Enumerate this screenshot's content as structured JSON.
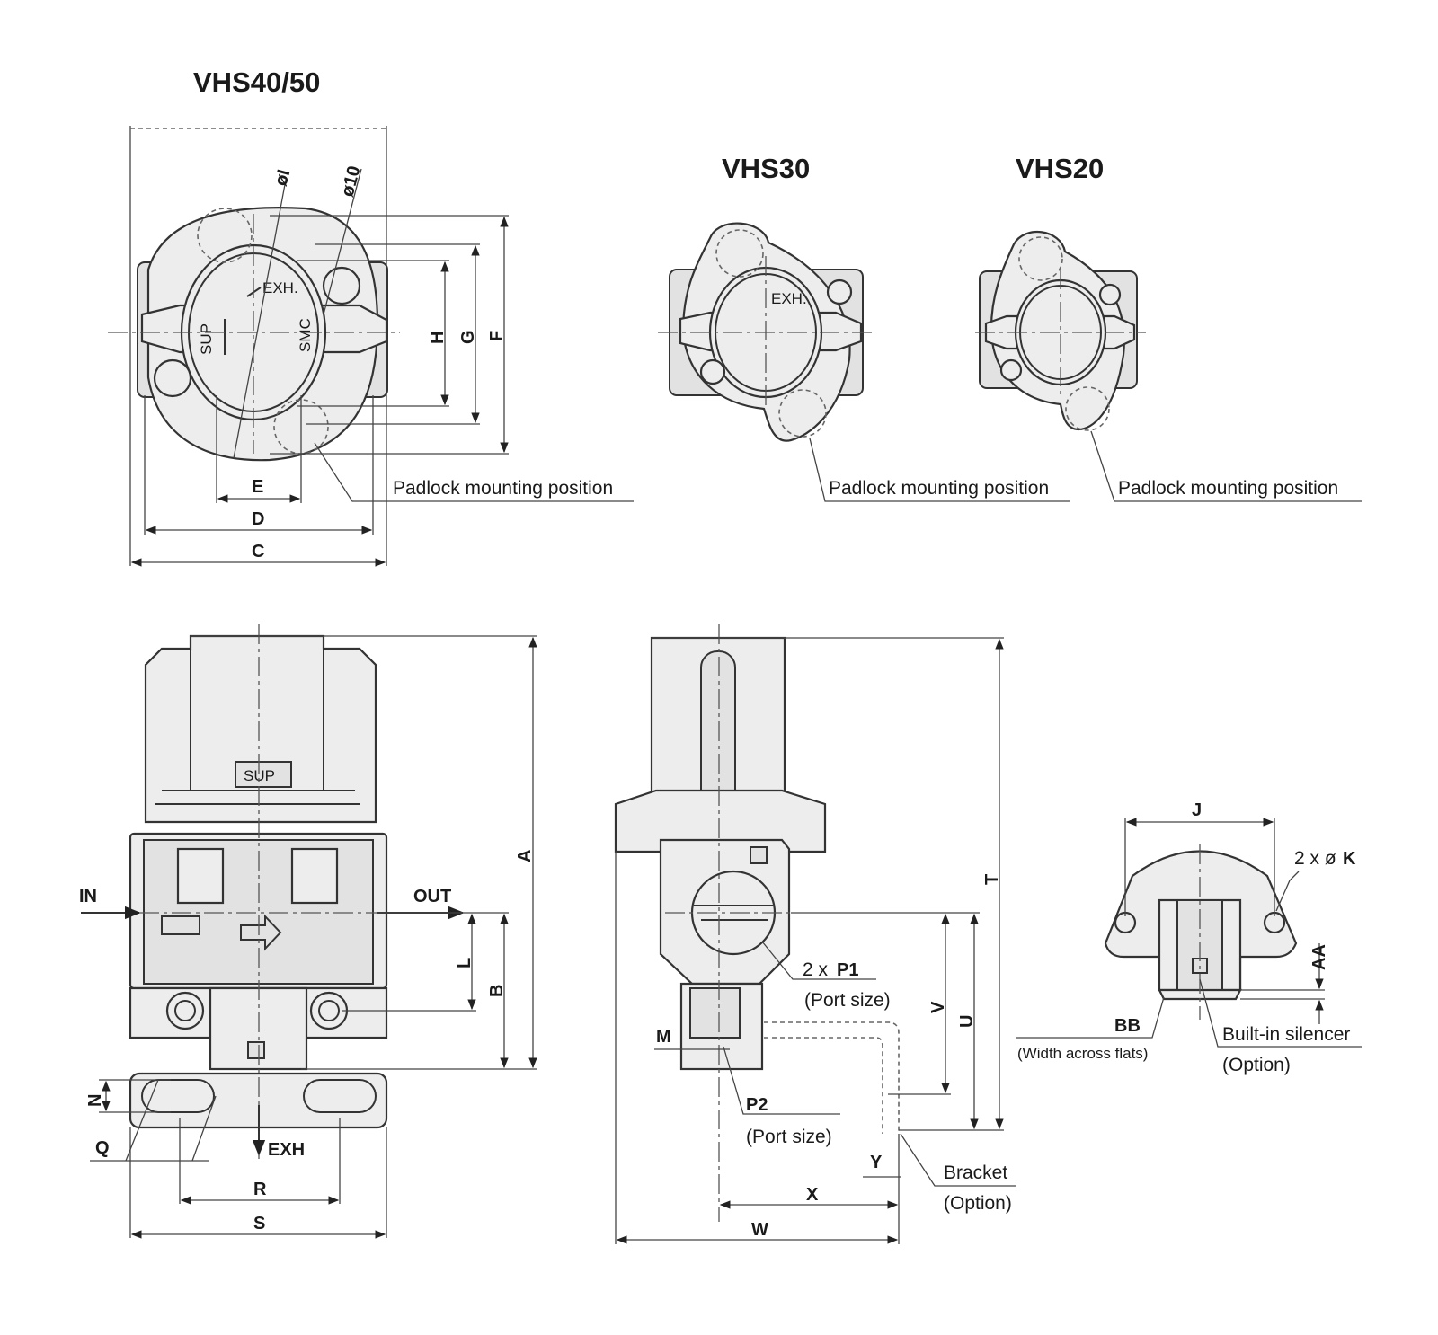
{
  "views": {
    "vhs4050_title": "VHS40/50",
    "vhs30_title": "VHS30",
    "vhs20_title": "VHS20"
  },
  "dimensions": {
    "A": "A",
    "B": "B",
    "C": "C",
    "D": "D",
    "E": "E",
    "F": "F",
    "G": "G",
    "H": "H",
    "J": "J",
    "L": "L",
    "M": "M",
    "N": "N",
    "Q": "Q",
    "R": "R",
    "S": "S",
    "T": "T",
    "U": "U",
    "V": "V",
    "W": "W",
    "X": "X",
    "Y": "Y",
    "AA": "AA",
    "BB": "BB",
    "dia_I": "øI",
    "dia_10": "ø10"
  },
  "labels": {
    "padlock_1": "Padlock mounting position",
    "padlock_2": "Padlock mounting position",
    "padlock_3": "Padlock mounting position",
    "in_port": "IN",
    "out_port": "OUT",
    "exh_port": "EXH",
    "sup_marking": "SUP",
    "p1_prefix": "2 x ",
    "p1_name": "P1",
    "p1_note": "(Port size)",
    "p2_name": "P2",
    "p2_note": "(Port size)",
    "bracket": "Bracket",
    "bracket_note": "(Option)",
    "holes_prefix": "2 x ø",
    "holes_name": "K",
    "bb_note": "(Width across flats)",
    "silencer": "Built-in silencer",
    "silencer_note": "(Option)",
    "knob_exh": "EXH.",
    "knob_sup": "SUP",
    "knob_brand": "SMC"
  },
  "colors": {
    "line": "#333333",
    "fill": "#ededed"
  }
}
